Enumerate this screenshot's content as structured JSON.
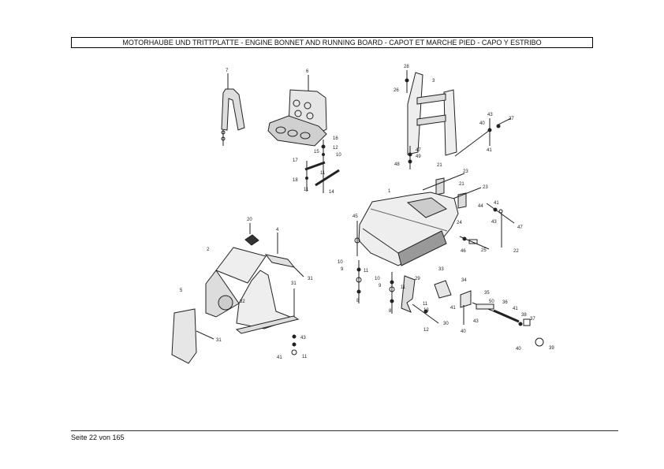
{
  "header": {
    "title": "MOTORHAUBE UND TRITTPLATTE - ENGINE BONNET AND RUNNING BOARD - CAPOT ET MARCHE PIED - CAPO Y ESTRIBO"
  },
  "footer": {
    "page_label": "Seite 22 von 165"
  },
  "callouts": [
    {
      "id": "c7",
      "label": "7"
    },
    {
      "id": "c6",
      "label": "6"
    },
    {
      "id": "c28",
      "label": "28"
    },
    {
      "id": "c3",
      "label": "3"
    },
    {
      "id": "c26",
      "label": "26"
    },
    {
      "id": "c43a",
      "label": "43"
    },
    {
      "id": "c27",
      "label": "27"
    },
    {
      "id": "c40a",
      "label": "40"
    },
    {
      "id": "c41a",
      "label": "41"
    },
    {
      "id": "c16",
      "label": "16"
    },
    {
      "id": "c12",
      "label": "12"
    },
    {
      "id": "c15",
      "label": "15"
    },
    {
      "id": "c10a",
      "label": "10"
    },
    {
      "id": "c17",
      "label": "17"
    },
    {
      "id": "c11a",
      "label": "11"
    },
    {
      "id": "c18",
      "label": "18"
    },
    {
      "id": "c11b",
      "label": "11"
    },
    {
      "id": "c14",
      "label": "14"
    },
    {
      "id": "c47",
      "label": "47"
    },
    {
      "id": "c49",
      "label": "49"
    },
    {
      "id": "c48",
      "label": "48"
    },
    {
      "id": "c21a",
      "label": "21"
    },
    {
      "id": "c23a",
      "label": "23"
    },
    {
      "id": "c21b",
      "label": "21"
    },
    {
      "id": "c23b",
      "label": "23"
    },
    {
      "id": "c1",
      "label": "1"
    },
    {
      "id": "c41b",
      "label": "41"
    },
    {
      "id": "c44",
      "label": "44"
    },
    {
      "id": "c43b",
      "label": "43"
    },
    {
      "id": "c47b",
      "label": "47"
    },
    {
      "id": "c45",
      "label": "45"
    },
    {
      "id": "c24",
      "label": "24"
    },
    {
      "id": "c46",
      "label": "46"
    },
    {
      "id": "c25",
      "label": "25"
    },
    {
      "id": "c22",
      "label": "22"
    },
    {
      "id": "c20",
      "label": "20"
    },
    {
      "id": "c4",
      "label": "4"
    },
    {
      "id": "c2",
      "label": "2"
    },
    {
      "id": "c31a",
      "label": "31"
    },
    {
      "id": "c31b",
      "label": "31"
    },
    {
      "id": "c32",
      "label": "32"
    },
    {
      "id": "c5",
      "label": "5"
    },
    {
      "id": "c31c",
      "label": "31"
    },
    {
      "id": "c43c",
      "label": "43"
    },
    {
      "id": "c41c",
      "label": "41"
    },
    {
      "id": "c11c",
      "label": "11"
    },
    {
      "id": "c10b",
      "label": "10"
    },
    {
      "id": "c9a",
      "label": "9"
    },
    {
      "id": "c11d",
      "label": "11"
    },
    {
      "id": "c8a",
      "label": "8"
    },
    {
      "id": "c10c",
      "label": "10"
    },
    {
      "id": "c9b",
      "label": "9"
    },
    {
      "id": "c11e",
      "label": "11"
    },
    {
      "id": "c8b",
      "label": "8"
    },
    {
      "id": "c29",
      "label": "29"
    },
    {
      "id": "c33",
      "label": "33"
    },
    {
      "id": "c11f",
      "label": "11"
    },
    {
      "id": "c13",
      "label": "13"
    },
    {
      "id": "c12b",
      "label": "12"
    },
    {
      "id": "c30",
      "label": "30"
    },
    {
      "id": "c34",
      "label": "34"
    },
    {
      "id": "c41d",
      "label": "41"
    },
    {
      "id": "c43d",
      "label": "43"
    },
    {
      "id": "c40b",
      "label": "40"
    },
    {
      "id": "c35",
      "label": "35"
    },
    {
      "id": "c50",
      "label": "50"
    },
    {
      "id": "c36",
      "label": "36"
    },
    {
      "id": "c41e",
      "label": "41"
    },
    {
      "id": "c38",
      "label": "38"
    },
    {
      "id": "c37",
      "label": "37"
    },
    {
      "id": "c40c",
      "label": "40"
    },
    {
      "id": "c39",
      "label": "39"
    }
  ]
}
